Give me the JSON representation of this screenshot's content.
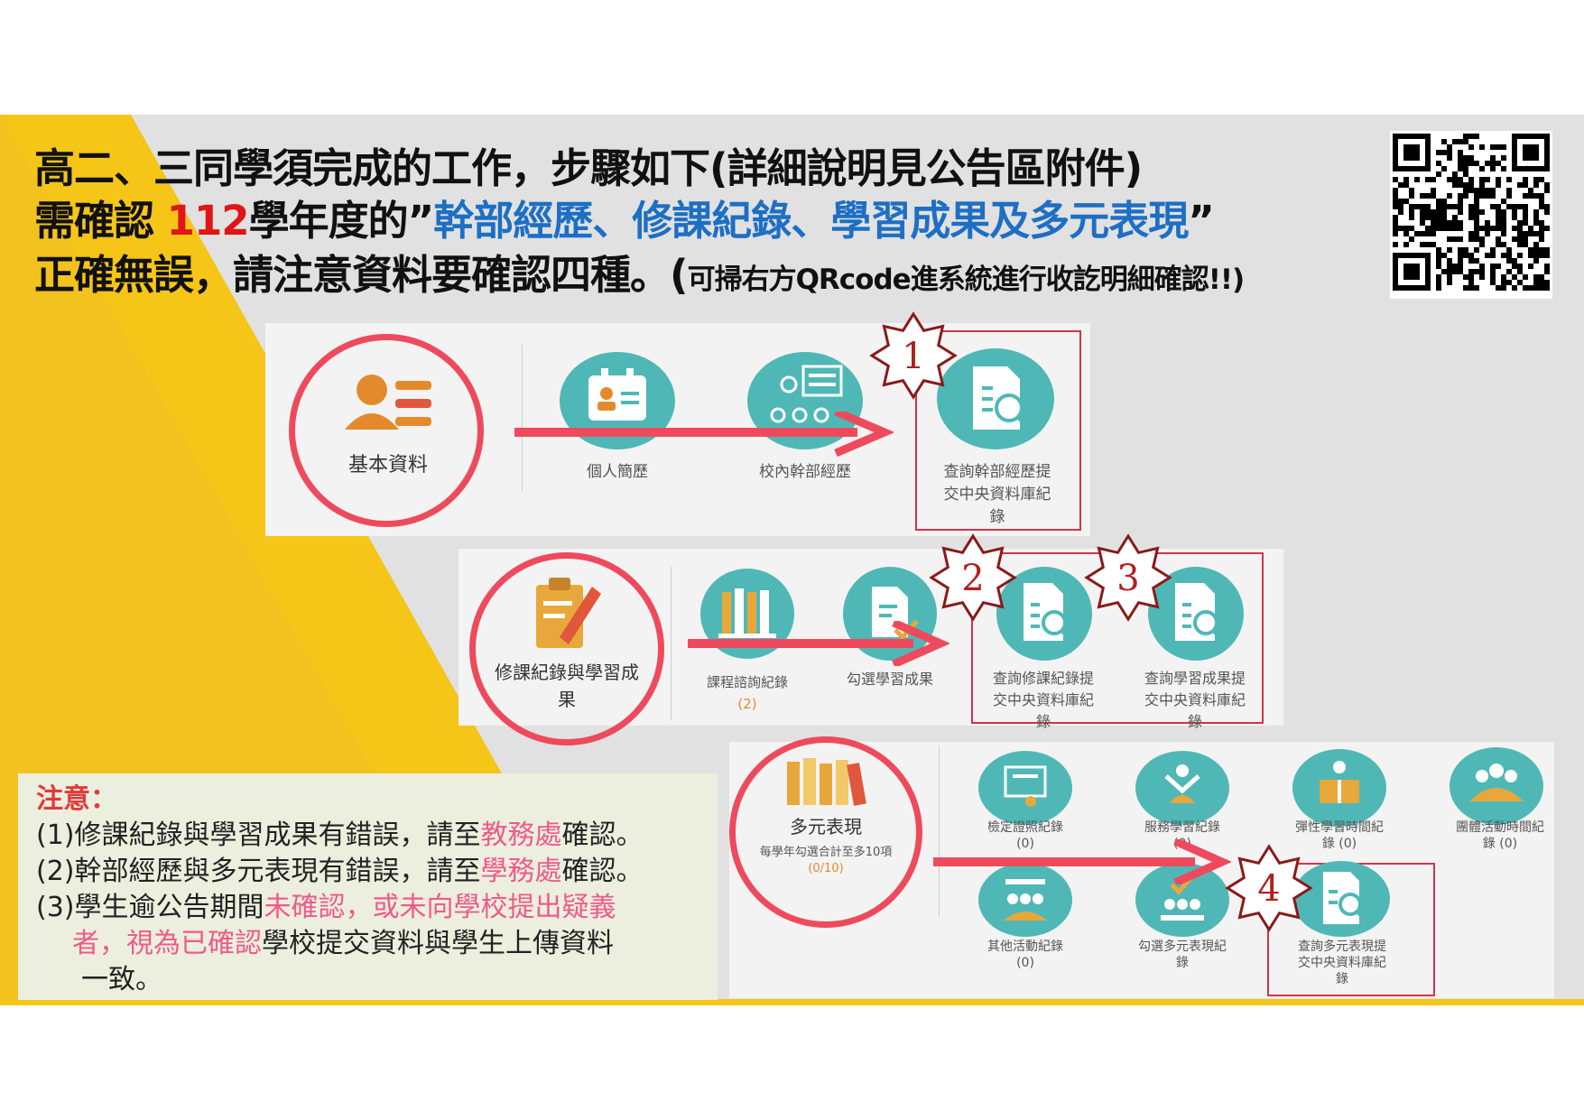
{
  "title": {
    "line1": "高二、三同學須完成的工作，步驟如下(詳細說明見公告區附件)",
    "line2_prefix": "需確認 ",
    "line2_year": "112",
    "line2_mid": "學年度的”",
    "line2_items": "幹部經歷、修課紀錄、學習成果及多元表現",
    "line2_suffix": "”",
    "line3_main": "正確無誤，請注意資料要確認四種。(",
    "line3_small": "可掃右方QRcode進系統進行收訖明細確認!!)"
  },
  "colors": {
    "accent_red": "#e01515",
    "accent_blue": "#1d6fc4",
    "circle_red": "#ee4a5d",
    "teal": "#4fb8b6",
    "yellow": "#f5c518",
    "pink": "#ef5a8a"
  },
  "panel1": {
    "main_label": "基本資料",
    "items": [
      "個人簡歷",
      "校內幹部經歷"
    ],
    "target_line1": "查詢幹部經歷提",
    "target_line2": "交中央資料庫紀",
    "target_line3": "錄",
    "step": "1"
  },
  "panel2": {
    "main_line1": "修課紀錄與學習成",
    "main_line2": "果",
    "item1": "課程諮詢紀錄",
    "item1_count": "(2)",
    "item2": "勾選學習成果",
    "target1_line1": "查詢修課紀錄提",
    "target1_line2": "交中央資料庫紀",
    "target1_line3": "錄",
    "target2_line1": "查詢學習成果提",
    "target2_line2": "交中央資料庫紀",
    "target2_line3": "錄",
    "step_a": "2",
    "step_b": "3"
  },
  "panel3": {
    "main_label": "多元表現",
    "main_sub": "每學年勾選合計至多10項",
    "main_count": "(0/10)",
    "items": [
      {
        "line1": "檢定證照紀錄",
        "line2": "(0)"
      },
      {
        "line1": "服務學習紀錄",
        "line2": "(0)"
      },
      {
        "line1": "彈性學習時間紀",
        "line2": "錄 (0)"
      },
      {
        "line1": "團體活動時間紀",
        "line2": "錄 (0)"
      },
      {
        "line1": "其他活動紀錄",
        "line2": "(0)"
      },
      {
        "line1": "勾選多元表現紀",
        "line2": "錄"
      }
    ],
    "target_line1": "查詢多元表現提",
    "target_line2": "交中央資料庫紀",
    "target_line3": "錄",
    "step": "4"
  },
  "note": {
    "heading": "注意：",
    "l1_a": "(1)修課紀錄與學習成果有錯誤，請至",
    "l1_b": "教務處",
    "l1_c": "確認。",
    "l2_a": "(2)幹部經歷與多元表現有錯誤，請至",
    "l2_b": "學務處",
    "l2_c": "確認。",
    "l3_a": "(3)學生逾公告期間",
    "l3_b": "未確認，或未向學校提出疑義",
    "l4_a": "者，視為已確認",
    "l4_b": "學校提交資料與學生上傳資料",
    "l5": "一致。"
  },
  "qr": {
    "icon": "qr-code"
  }
}
